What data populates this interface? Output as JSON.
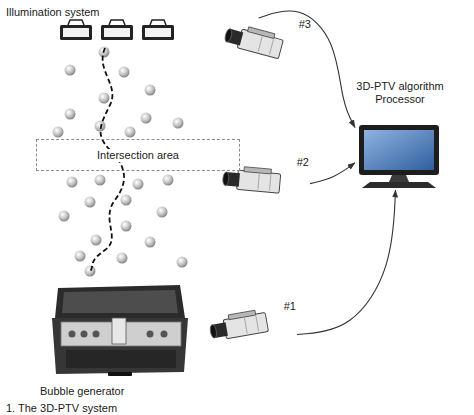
{
  "diagram": {
    "caption": "1. The 3D-PTV system",
    "nodes": [
      {
        "text": [
          "Intersection area"
        ]
      },
      {
        "text": [
          "#3"
        ]
      },
      {
        "text": [
          "#2"
        ]
      },
      {
        "text": [
          "#1"
        ]
      },
      {
        "text": [
          "3D-PTV algorithm Processor"
        ]
      }
    ],
    "edges": [
      {
        "from": 1,
        "to": 4,
        "arrow": "to"
      },
      {
        "from": 2,
        "to": 4,
        "arrow": "to"
      },
      {
        "from": 3,
        "to": 4,
        "arrow": "to"
      }
    ],
    "labels": [
      "Illumination system",
      "Bubble generator"
    ]
  }
}
